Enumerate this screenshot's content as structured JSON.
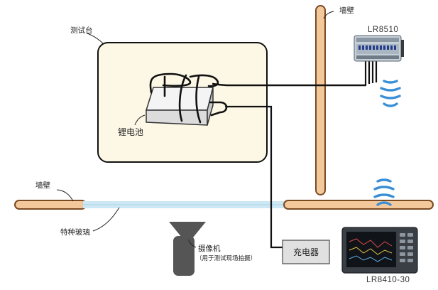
{
  "labels": {
    "test_bench": "测试台",
    "lithium_battery": "锂电池",
    "wall_top": "墙壁",
    "wall_left": "墙壁",
    "special_glass": "特种玻璃",
    "camera": "摄像机",
    "camera_note": "（用于测试现场拍摄）",
    "charger": "充电器",
    "logger_top": "LR8510",
    "logger_bottom": "LR8410-30"
  },
  "colors": {
    "wall_fill": "#f3c89a",
    "wall_stroke": "#7a4a22",
    "bench_fill": "#fdf8e6",
    "glass": "#cde8f4",
    "wave": "#3b8fd6",
    "camera": "#555555",
    "charger_fill": "#e0e0e0"
  },
  "icons": [
    "wireless-wave-icon",
    "camera-icon",
    "logger-device-icon",
    "recorder-device-icon"
  ]
}
